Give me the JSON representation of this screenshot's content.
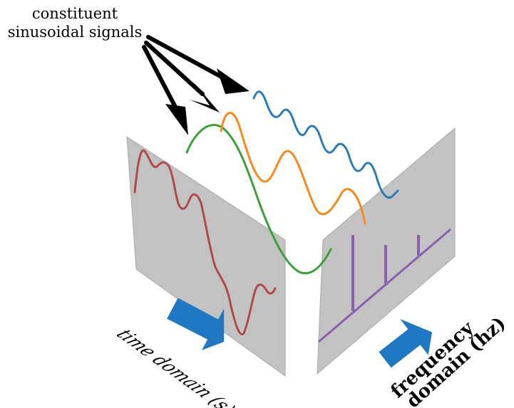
{
  "callout": {
    "line1": "constituent",
    "line2": "sinusoidal signals"
  },
  "labels": {
    "time_domain": "time domain (s)",
    "frequency_line1": "frequency",
    "frequency_line2": "domain (hz)"
  },
  "colors": {
    "panel": "#c2c2c2",
    "panel_edge": "#a9a9a9",
    "time_signal": "#b04a4a",
    "wave_green": "#3aa13a",
    "wave_orange": "#f68a1f",
    "wave_blue": "#2b7bb9",
    "spectrum": "#8a5fae",
    "arrow_blue": "#1f78c1",
    "arrow_black": "#000000"
  }
}
